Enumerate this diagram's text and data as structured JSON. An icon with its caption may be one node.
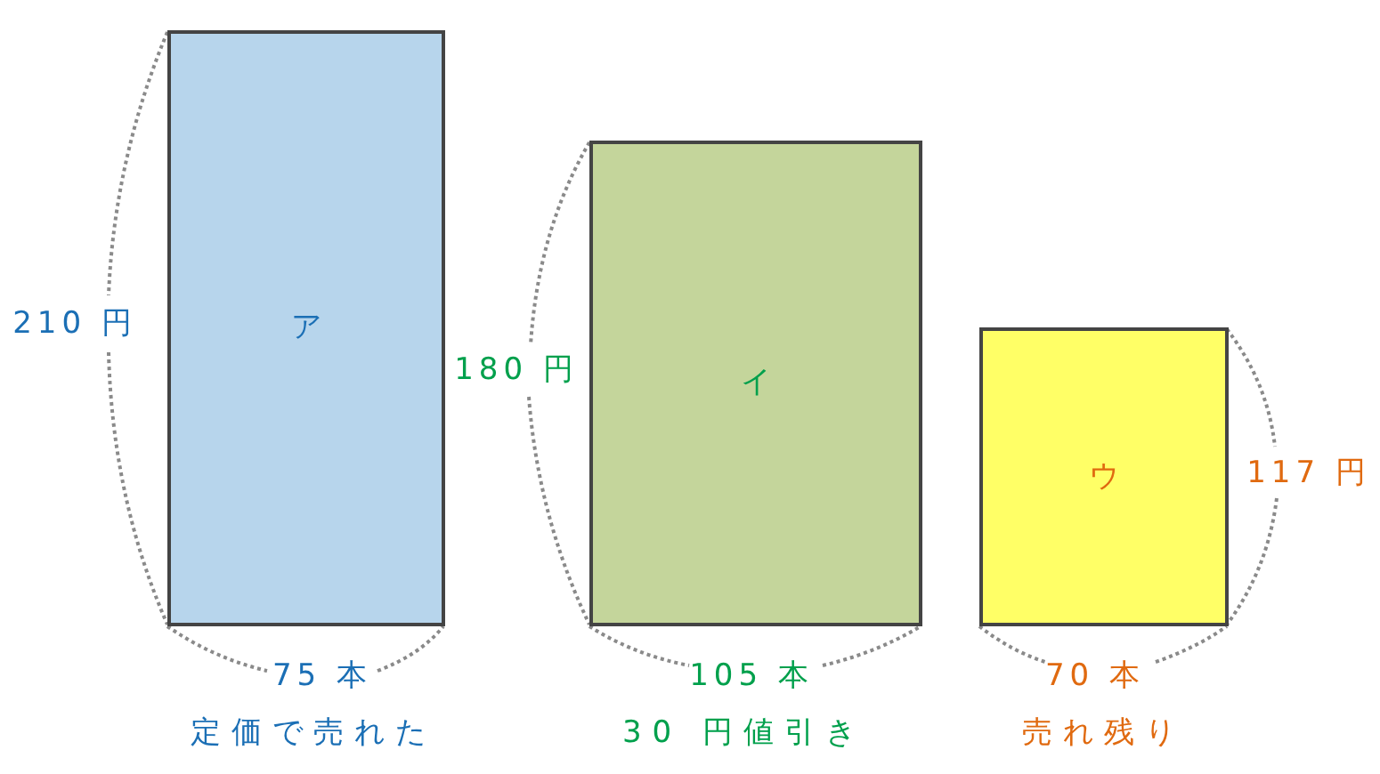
{
  "diagram": {
    "nodes": [
      {
        "text": [
          "ア"
        ],
        "beside": [
          "210 円",
          "75 本",
          "定価で売れた"
        ]
      },
      {
        "text": [
          "イ"
        ],
        "beside": [
          "180 円",
          "105 本",
          "30 円値引き"
        ]
      },
      {
        "text": [
          "ウ"
        ],
        "beside": [
          "117 円",
          "70 本",
          "売れ残り"
        ]
      }
    ]
  }
}
